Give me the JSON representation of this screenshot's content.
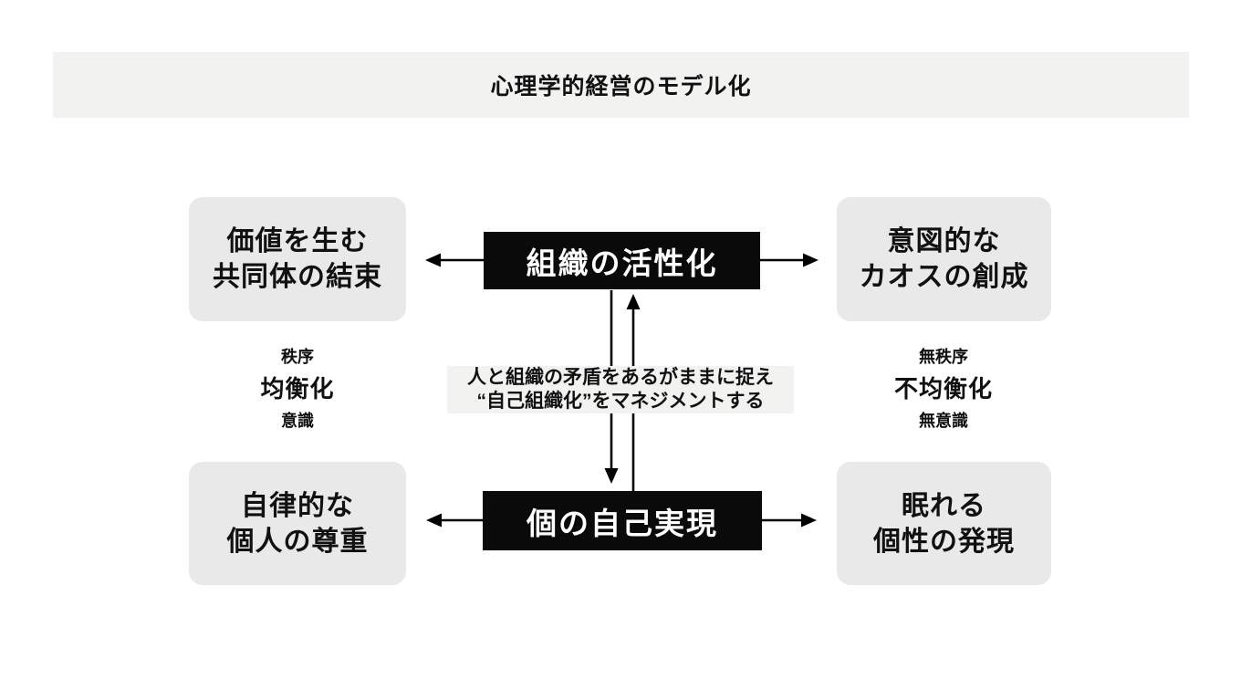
{
  "title": "心理学的経営のモデル化",
  "black_boxes": {
    "top": {
      "label": "組織の活性化"
    },
    "bottom": {
      "label": "個の自己実現"
    }
  },
  "corner_boxes": {
    "top_left": {
      "line1": "価値を生む",
      "line2": "共同体の結束"
    },
    "top_right": {
      "line1": "意図的な",
      "line2": "カオスの創成"
    },
    "bottom_left": {
      "line1": "自律的な",
      "line2": "個人の尊重"
    },
    "bottom_right": {
      "line1": "眠れる",
      "line2": "個性の発現"
    }
  },
  "side_labels": {
    "left": {
      "top": "秩序",
      "middle": "均衡化",
      "bottom": "意識"
    },
    "right": {
      "top": "無秩序",
      "middle": "不均衡化",
      "bottom": "無意識"
    }
  },
  "center_note": {
    "line1": "人と組織の矛盾をあるがままに捉え",
    "line2": "“自己組織化”をマネジメントする"
  },
  "colors": {
    "header_bg": "#f2f2f0",
    "corner_box_bg": "#e9e9e9",
    "black_box_bg": "#0a0a0a",
    "text": "#111111",
    "arrow": "#000000"
  }
}
